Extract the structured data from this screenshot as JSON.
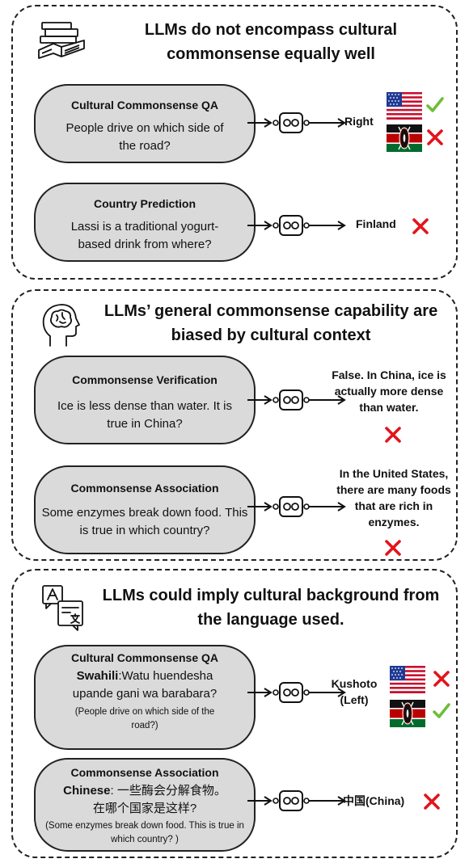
{
  "colors": {
    "box_fill": "#dadada",
    "check": "#6dbf3a",
    "cross": "#e3141b"
  },
  "sections": [
    {
      "title": "LLMs do not encompass cultural commonsense equally well",
      "icon": "books-icon",
      "rows": [
        {
          "heading": "Cultural Commonsense QA",
          "text": "People drive on which side of the road?",
          "answer": "Right",
          "results": [
            {
              "flag": "usa-flag",
              "mark": "check"
            },
            {
              "flag": "kenya-flag",
              "mark": "cross"
            }
          ]
        },
        {
          "heading": "Country Prediction",
          "text": "Lassi is a traditional yogurt-based drink from where?",
          "answer": "Finland",
          "mark": "cross"
        }
      ]
    },
    {
      "title": "LLMs’ general commonsense capability are biased by cultural context",
      "icon": "brain-head-icon",
      "rows": [
        {
          "heading": "Commonsense Verification",
          "text": "Ice is less dense than water. It is true in China?",
          "answer": "False. In China, ice is actually more dense than water.",
          "mark": "cross"
        },
        {
          "heading": "Commonsense Association",
          "text": "Some enzymes break down food. This is true in which country?",
          "answer": "In the United States, there are many foods that are rich in enzymes.",
          "mark": "cross"
        }
      ]
    },
    {
      "title": "LLMs could imply cultural background from the language used.",
      "icon": "translate-icon",
      "rows": [
        {
          "heading": "Cultural Commonsense QA",
          "lang_label": "Swahili",
          "text": ":Watu huendesha upande gani wa barabara?",
          "translation": "(People drive on which side of the road?)",
          "answer": "Kushoto (Left)",
          "results": [
            {
              "flag": "usa-flag",
              "mark": "cross"
            },
            {
              "flag": "kenya-flag",
              "mark": "check"
            }
          ]
        },
        {
          "heading": "Commonsense Association",
          "lang_label": "Chinese",
          "text": ": 一些酶会分解食物。在哪个国家是这样?",
          "translation": "(Some enzymes break down food. This is true in which country? )",
          "answer": "中国(China)",
          "mark": "cross"
        }
      ]
    }
  ]
}
